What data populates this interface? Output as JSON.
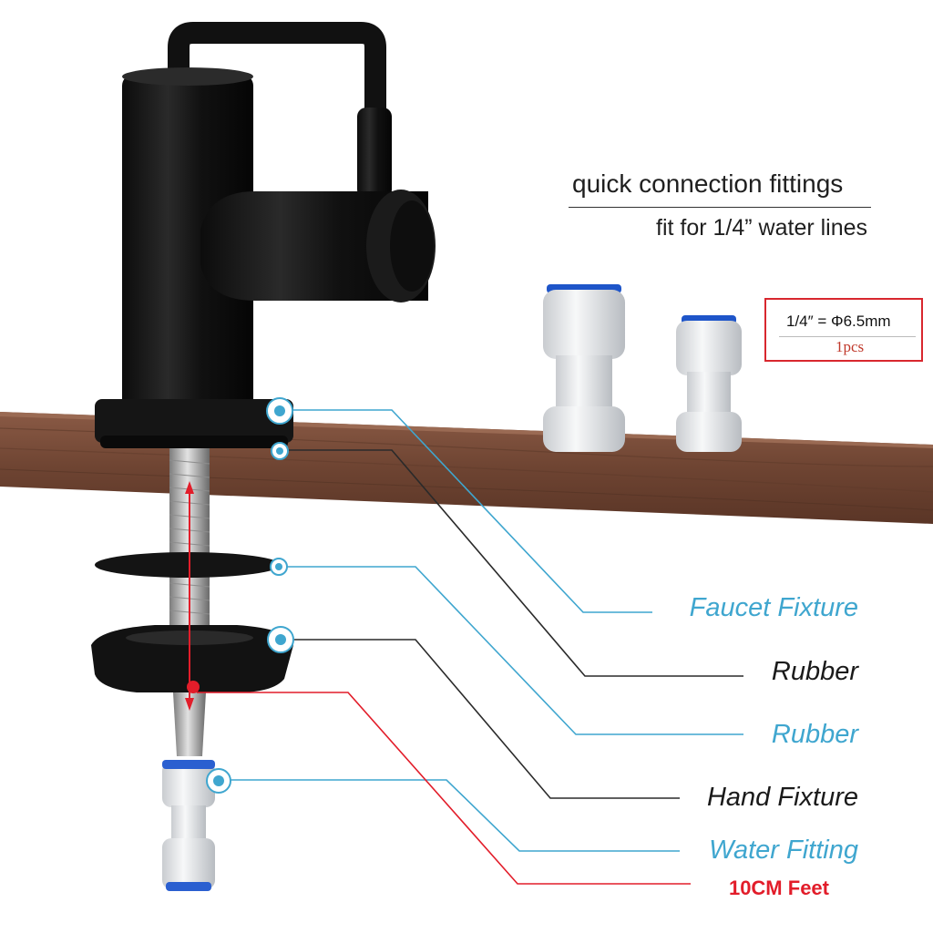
{
  "heading": "quick connection fittings",
  "subheading": "fit for 1/4” water lines",
  "spec": {
    "line1": "1/4″ = Φ6.5mm",
    "line2": "1pcs"
  },
  "labels": {
    "faucet_fixture": "Faucet Fixture",
    "rubber_top": "Rubber",
    "rubber_lower": "Rubber",
    "hand_fixture": "Hand Fixture",
    "water_fitting": "Water Fitting",
    "length": "10CM Feet"
  },
  "colors": {
    "callout_blue": "#3fa6cf",
    "callout_dark": "#1a1a1a",
    "measure_red": "#e21d2a",
    "counter_wood": "#7a4e3a",
    "faucet_black": "#161616"
  }
}
